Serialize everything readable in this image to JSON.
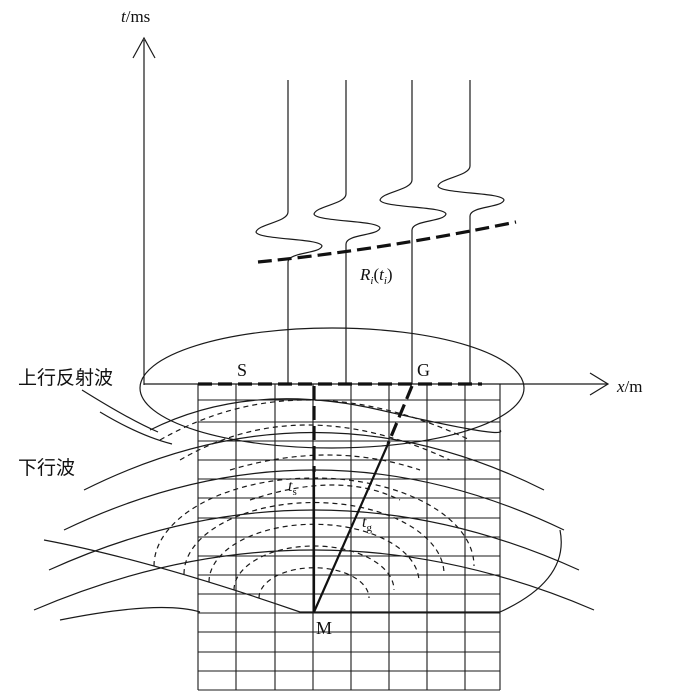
{
  "axes": {
    "t_axis": {
      "var": "t",
      "unit": "/ms"
    },
    "x_axis": {
      "var": "x",
      "unit": "/m"
    }
  },
  "labels": {
    "upgoing": "上行反射波",
    "downgoing": "下行波",
    "source": "S",
    "receiver": "G",
    "image_point": "M",
    "ts": {
      "base": "t",
      "sub": "s"
    },
    "tg": {
      "base": "t",
      "sub": "g"
    },
    "reflection": {
      "R": "R",
      "i": "i",
      "open": "(",
      "t": "t",
      "close": ")"
    }
  },
  "colors": {
    "ink": "#1a1a1a",
    "background": "#ffffff"
  }
}
